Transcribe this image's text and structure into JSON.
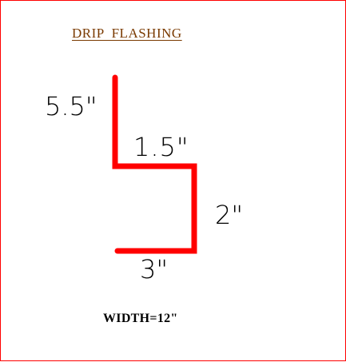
{
  "title": "DRIP  FLASHING",
  "dimensions": {
    "top_leg": "5.5\"",
    "upper_step": "1.5\"",
    "vertical_drop": "2\"",
    "bottom_leg": "3\""
  },
  "width_label": "WIDTH=12\"",
  "colors": {
    "frame": "#ff0000",
    "profile_line": "#ff0000",
    "title": "#7a3a00",
    "text": "#000000"
  }
}
